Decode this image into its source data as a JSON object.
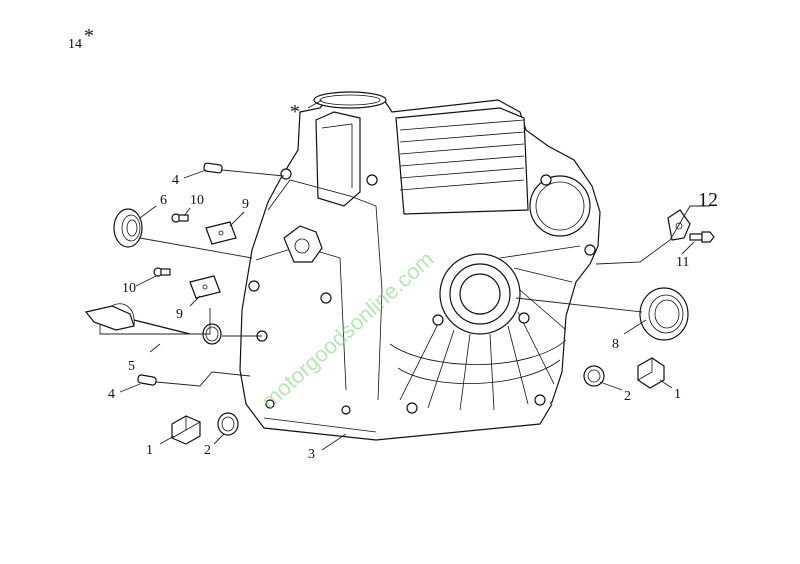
{
  "diagram": {
    "corner_label": "14",
    "corner_mark": "*",
    "top_mark": "*",
    "watermark": "motorgoodsonline.com",
    "callouts": [
      {
        "id": "c1a",
        "label": "1"
      },
      {
        "id": "c1b",
        "label": "1"
      },
      {
        "id": "c2a",
        "label": "2"
      },
      {
        "id": "c2b",
        "label": "2"
      },
      {
        "id": "c3",
        "label": "3"
      },
      {
        "id": "c4a",
        "label": "4"
      },
      {
        "id": "c4b",
        "label": "4"
      },
      {
        "id": "c5",
        "label": "5"
      },
      {
        "id": "c6",
        "label": "6"
      },
      {
        "id": "c8",
        "label": "8"
      },
      {
        "id": "c9a",
        "label": "9"
      },
      {
        "id": "c9b",
        "label": "9"
      },
      {
        "id": "c10a",
        "label": "10"
      },
      {
        "id": "c10b",
        "label": "10"
      },
      {
        "id": "c11",
        "label": "11"
      },
      {
        "id": "c12",
        "label": "12"
      }
    ]
  }
}
